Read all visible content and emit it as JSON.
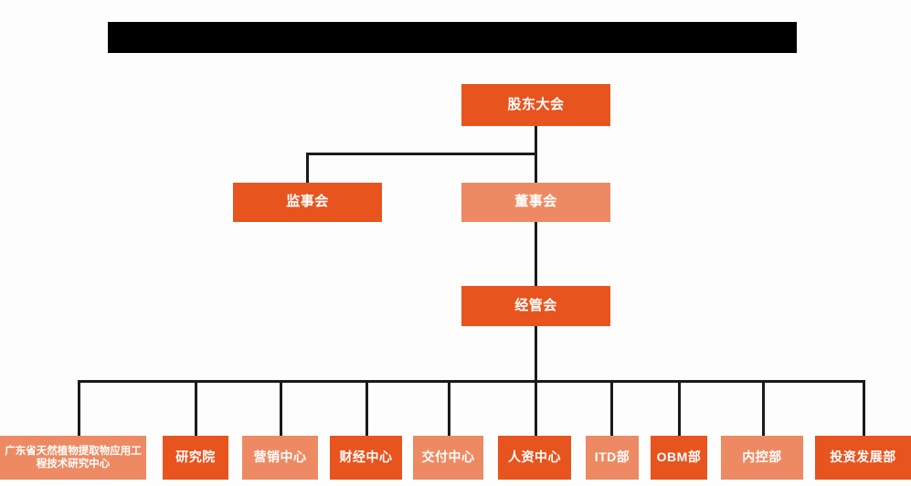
{
  "page": {
    "background_color": "#fdfdfd",
    "title_bar": {
      "label": "",
      "color": "#000000",
      "redacted": true
    }
  },
  "palette": {
    "dark_orange": "#e8541e",
    "light_orange": "#ee8a63",
    "connector": "#1a1a1a",
    "node_text": "#ffffff"
  },
  "chart_data": {
    "type": "diagram",
    "diagram_kind": "organization-chart",
    "title": "",
    "orientation": "top-down",
    "levels": [
      {
        "level": 1,
        "nodes": [
          {
            "id": "n1",
            "label": "股东大会",
            "color": "#e8541e",
            "shade": "dark"
          }
        ]
      },
      {
        "level": 2,
        "nodes": [
          {
            "id": "n2",
            "label": "监事会",
            "color": "#e8541e",
            "shade": "dark",
            "parent": "n1"
          },
          {
            "id": "n3",
            "label": "董事会",
            "color": "#ee8a63",
            "shade": "light",
            "parent": "n1"
          }
        ]
      },
      {
        "level": 3,
        "nodes": [
          {
            "id": "n4",
            "label": "经管会",
            "color": "#e8541e",
            "shade": "dark",
            "parent": "n3"
          }
        ]
      },
      {
        "level": 4,
        "nodes": [
          {
            "id": "d1",
            "label": "广东省天然植物提取物应用工程技术研究中心",
            "color": "#ee8a63",
            "shade": "light",
            "parent": "n4"
          },
          {
            "id": "d2",
            "label": "研究院",
            "color": "#e8541e",
            "shade": "dark",
            "parent": "n4"
          },
          {
            "id": "d3",
            "label": "营销中心",
            "color": "#ee8a63",
            "shade": "light",
            "parent": "n4"
          },
          {
            "id": "d4",
            "label": "财经中心",
            "color": "#e8541e",
            "shade": "dark",
            "parent": "n4"
          },
          {
            "id": "d5",
            "label": "交付中心",
            "color": "#ee8a63",
            "shade": "light",
            "parent": "n4"
          },
          {
            "id": "d6",
            "label": "人资中心",
            "color": "#e8541e",
            "shade": "dark",
            "parent": "n4"
          },
          {
            "id": "d7",
            "label": "ITD部",
            "color": "#ee8a63",
            "shade": "light",
            "parent": "n4"
          },
          {
            "id": "d8",
            "label": "OBM部",
            "color": "#e8541e",
            "shade": "dark",
            "parent": "n4"
          },
          {
            "id": "d9",
            "label": "内控部",
            "color": "#ee8a63",
            "shade": "light",
            "parent": "n4"
          },
          {
            "id": "d10",
            "label": "投资发展部",
            "color": "#e8541e",
            "shade": "dark",
            "parent": "n4"
          }
        ]
      }
    ],
    "edges": [
      {
        "from": "n1",
        "to": "n2"
      },
      {
        "from": "n1",
        "to": "n3"
      },
      {
        "from": "n3",
        "to": "n4"
      },
      {
        "from": "n4",
        "to": "d1"
      },
      {
        "from": "n4",
        "to": "d2"
      },
      {
        "from": "n4",
        "to": "d3"
      },
      {
        "from": "n4",
        "to": "d4"
      },
      {
        "from": "n4",
        "to": "d5"
      },
      {
        "from": "n4",
        "to": "d6"
      },
      {
        "from": "n4",
        "to": "d7"
      },
      {
        "from": "n4",
        "to": "d8"
      },
      {
        "from": "n4",
        "to": "d9"
      },
      {
        "from": "n4",
        "to": "d10"
      }
    ]
  }
}
